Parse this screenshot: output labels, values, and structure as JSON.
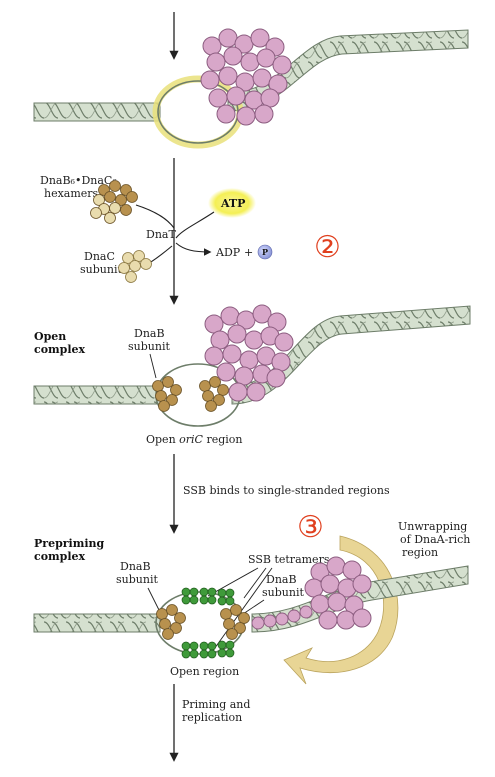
{
  "step2_top": {
    "hexamer_label": [
      "DnaB₆•DnaC₆",
      "hexamers"
    ],
    "atp": "ATP",
    "dnat": "DnaT",
    "adp": "ADP",
    "plus": "+",
    "phosphate": "P",
    "dnac_label": [
      "DnaC",
      "subunits"
    ],
    "step_marker": "②"
  },
  "open_complex": {
    "title": [
      "Open",
      "complex"
    ],
    "dnab_label": [
      "DnaB",
      "subunit"
    ],
    "region_prefix": "Open ",
    "region_italic": "oriC",
    "region_suffix": " region"
  },
  "ssb_step": {
    "arrow_text": "SSB binds to single-stranded regions"
  },
  "prepriming": {
    "title": [
      "Prepriming",
      "complex"
    ],
    "step_marker": "③",
    "unwrap_label": [
      "Unwrapping",
      "of DnaA-rich",
      "region"
    ],
    "ssb_label": "SSB tetramers",
    "dnab_left": [
      "DnaB",
      "subunit"
    ],
    "dnab_right": [
      "DnaB",
      "subunit"
    ],
    "open_region": "Open region"
  },
  "final": {
    "label": [
      "Priming and",
      "replication"
    ]
  },
  "colors": {
    "dna_fill": "#c9d6c2",
    "dna_line": "#6d7d69",
    "dnaa": "#d8a7c9",
    "dnaa_stroke": "#8c5d80",
    "dnab": "#b8914e",
    "dnab_light": "#e9dcae",
    "ssb": "#3f9a3a",
    "atp_glow": "#f4ef55",
    "marker": "#e0401f",
    "unwrap_arrow": "#e6d18a",
    "bubble_ring": "#e9e07a"
  }
}
